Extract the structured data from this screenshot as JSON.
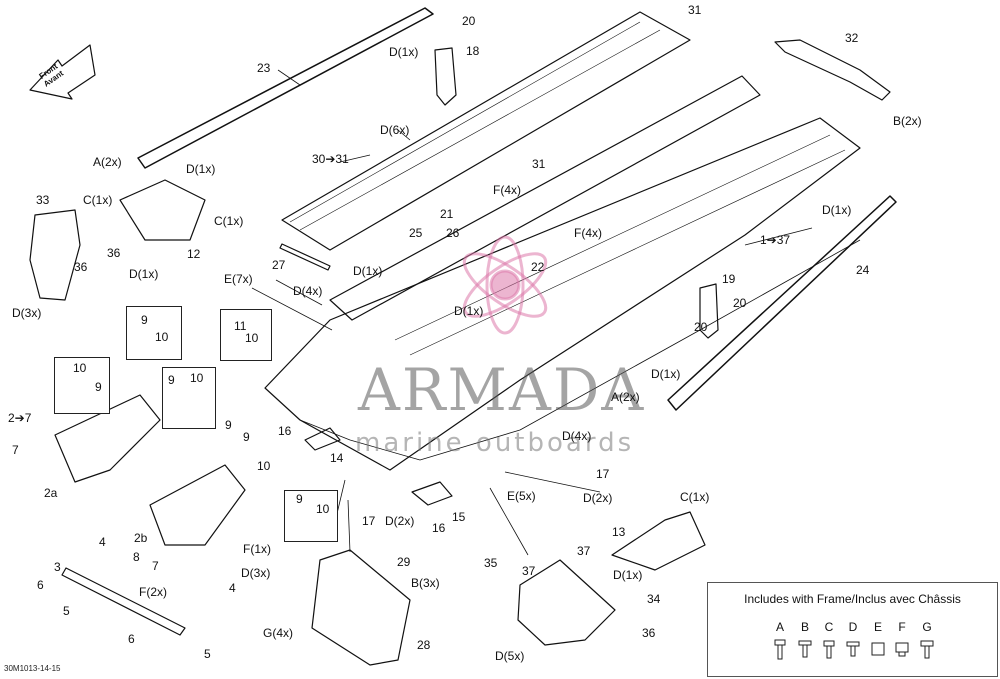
{
  "diagram": {
    "reference_code": "30M1013-14-15",
    "front_arrow": {
      "line1": "Front",
      "line2": "Avant"
    },
    "callouts": [
      {
        "id": "c20a",
        "text": "20"
      },
      {
        "id": "c31a",
        "text": "31"
      },
      {
        "id": "c18",
        "text": "18"
      },
      {
        "id": "cD1a",
        "text": "D(1x)"
      },
      {
        "id": "c23",
        "text": "23"
      },
      {
        "id": "c32",
        "text": "32"
      },
      {
        "id": "cB2a",
        "text": "B(2x)"
      },
      {
        "id": "cD6",
        "text": "D(6x)"
      },
      {
        "id": "cA2a",
        "text": "A(2x)"
      },
      {
        "id": "cD1b",
        "text": "D(1x)"
      },
      {
        "id": "c3031",
        "text": "30➔31"
      },
      {
        "id": "c31b",
        "text": "31"
      },
      {
        "id": "c33",
        "text": "33"
      },
      {
        "id": "cC1a",
        "text": "C(1x)"
      },
      {
        "id": "cC1b",
        "text": "C(1x)"
      },
      {
        "id": "cF4a",
        "text": "F(4x)"
      },
      {
        "id": "c21",
        "text": "21"
      },
      {
        "id": "c36a",
        "text": "36"
      },
      {
        "id": "c12",
        "text": "12"
      },
      {
        "id": "cD1c",
        "text": "D(1x)"
      },
      {
        "id": "c36b",
        "text": "36"
      },
      {
        "id": "c25",
        "text": "25"
      },
      {
        "id": "c26",
        "text": "26"
      },
      {
        "id": "cF4b",
        "text": "F(4x)"
      },
      {
        "id": "c27",
        "text": "27"
      },
      {
        "id": "cD1d",
        "text": "D(1x)"
      },
      {
        "id": "c22",
        "text": "22"
      },
      {
        "id": "c137",
        "text": "1➔37"
      },
      {
        "id": "cD1e",
        "text": "D(1x)"
      },
      {
        "id": "c24",
        "text": "24"
      },
      {
        "id": "cE7",
        "text": "E(7x)"
      },
      {
        "id": "cD4a",
        "text": "D(4x)"
      },
      {
        "id": "cD3a",
        "text": "D(3x)"
      },
      {
        "id": "c19",
        "text": "19"
      },
      {
        "id": "c20b",
        "text": "20"
      },
      {
        "id": "c20c",
        "text": "20"
      },
      {
        "id": "cD1f",
        "text": "D(1x)"
      },
      {
        "id": "c9a",
        "text": "9"
      },
      {
        "id": "c10a",
        "text": "10"
      },
      {
        "id": "c11",
        "text": "11"
      },
      {
        "id": "c10b",
        "text": "10"
      },
      {
        "id": "c10c",
        "text": "10"
      },
      {
        "id": "c9b",
        "text": "9"
      },
      {
        "id": "c27b",
        "text": "2➔7"
      },
      {
        "id": "c9c",
        "text": "9"
      },
      {
        "id": "c10d",
        "text": "10"
      },
      {
        "id": "cD1g",
        "text": "D(1x)"
      },
      {
        "id": "cA2b",
        "text": "A(2x)"
      },
      {
        "id": "c9d",
        "text": "9"
      },
      {
        "id": "c9e",
        "text": "9"
      },
      {
        "id": "c16a",
        "text": "16"
      },
      {
        "id": "c7a",
        "text": "7"
      },
      {
        "id": "cD4b",
        "text": "D(4x)"
      },
      {
        "id": "c10e",
        "text": "10"
      },
      {
        "id": "c14",
        "text": "14"
      },
      {
        "id": "c2a",
        "text": "2a"
      },
      {
        "id": "c17a",
        "text": "17"
      },
      {
        "id": "cD2a",
        "text": "D(2x)"
      },
      {
        "id": "cE5",
        "text": "E(5x)"
      },
      {
        "id": "c9f",
        "text": "9"
      },
      {
        "id": "c10f",
        "text": "10"
      },
      {
        "id": "cC1c",
        "text": "C(1x)"
      },
      {
        "id": "c15",
        "text": "15"
      },
      {
        "id": "c17b",
        "text": "17"
      },
      {
        "id": "cD2b",
        "text": "D(2x)"
      },
      {
        "id": "c16b",
        "text": "16"
      },
      {
        "id": "c4a",
        "text": "4"
      },
      {
        "id": "c2b",
        "text": "2b"
      },
      {
        "id": "c13",
        "text": "13"
      },
      {
        "id": "cF1",
        "text": "F(1x)"
      },
      {
        "id": "c7b",
        "text": "7"
      },
      {
        "id": "c3",
        "text": "3"
      },
      {
        "id": "c8",
        "text": "8"
      },
      {
        "id": "cD3b",
        "text": "D(3x)"
      },
      {
        "id": "c29",
        "text": "29"
      },
      {
        "id": "c35",
        "text": "35"
      },
      {
        "id": "c37a",
        "text": "37"
      },
      {
        "id": "cD1h",
        "text": "D(1x)"
      },
      {
        "id": "c6a",
        "text": "6"
      },
      {
        "id": "cF2",
        "text": "F(2x)"
      },
      {
        "id": "c4b",
        "text": "4"
      },
      {
        "id": "cB3",
        "text": "B(3x)"
      },
      {
        "id": "c37b",
        "text": "37"
      },
      {
        "id": "c5a",
        "text": "5"
      },
      {
        "id": "c34",
        "text": "34"
      },
      {
        "id": "cG4",
        "text": "G(4x)"
      },
      {
        "id": "c28",
        "text": "28"
      },
      {
        "id": "c36c",
        "text": "36"
      },
      {
        "id": "c6b",
        "text": "6"
      },
      {
        "id": "cD5",
        "text": "D(5x)"
      },
      {
        "id": "c5b",
        "text": "5"
      }
    ]
  },
  "legend": {
    "title": "Includes with Frame/Inclus avec Châssis",
    "items": [
      "A",
      "B",
      "C",
      "D",
      "E",
      "F",
      "G"
    ]
  },
  "watermark": {
    "brand": "ARMADA",
    "tagline": "marine outboards"
  }
}
